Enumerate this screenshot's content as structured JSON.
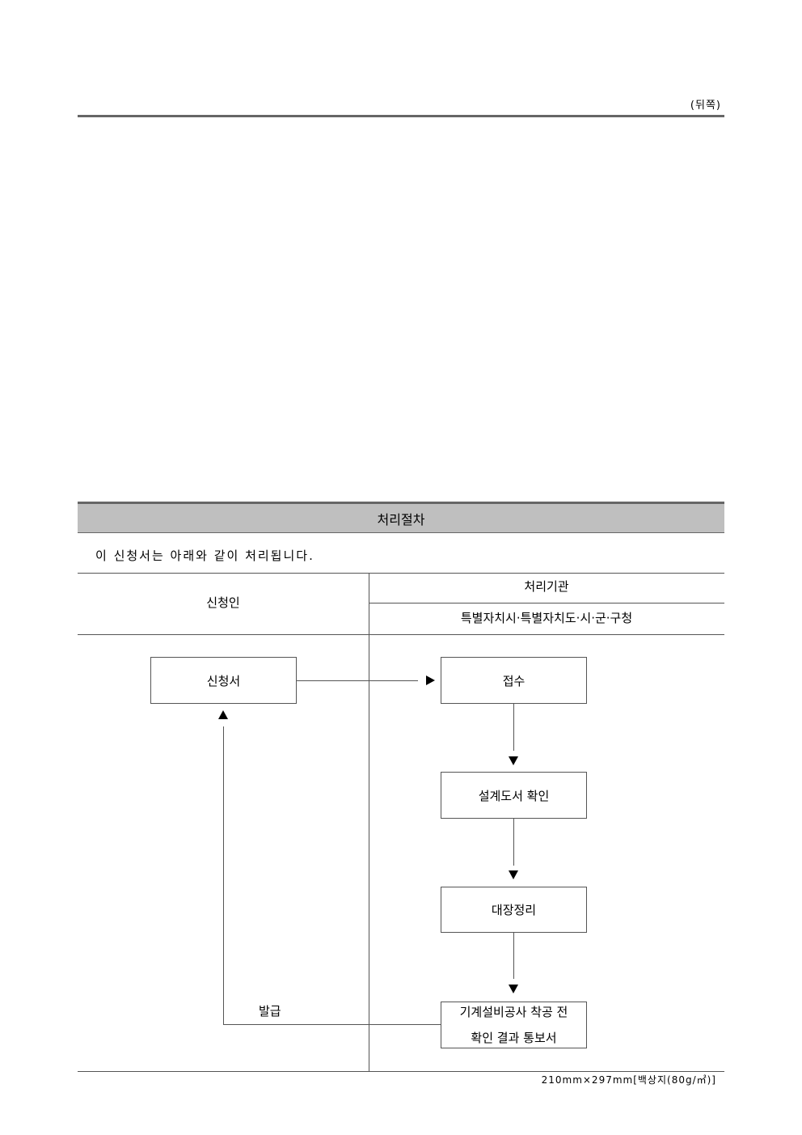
{
  "header": {
    "page_side": "(뒤쪽)"
  },
  "section": {
    "title": "처리절차",
    "intro": "이 신청서는 아래와 같이 처리됩니다."
  },
  "table": {
    "col_applicant": "신청인",
    "col_agency": "처리기관",
    "agency_name": "특별자치시·특별자치도·시·군·구청"
  },
  "flow": {
    "application": "신청서",
    "receipt": "접수",
    "design_check": "설계도서 확인",
    "ledger": "대장정리",
    "result_line1": "기계설비공사 착공 전",
    "result_line2": "확인 결과 통보서",
    "issue_label": "발급"
  },
  "footer": {
    "paper_spec": "210mm×297mm[백상지(80g/㎡)]"
  }
}
